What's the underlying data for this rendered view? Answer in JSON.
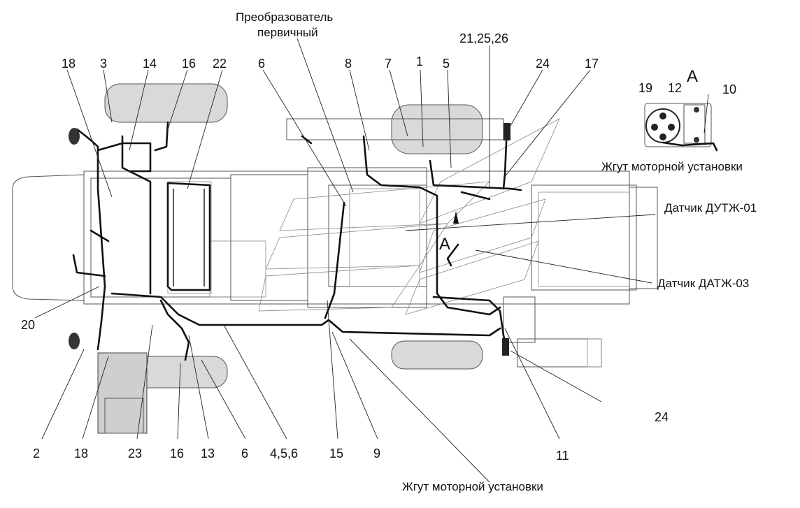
{
  "labels": {
    "primary_converter_line1": "Преобразователь",
    "primary_converter_line2": "первичный",
    "engine_harness_top": "Жгут моторной установки",
    "engine_harness_bottom": "Жгут моторной установки",
    "sensor_dutzh": "Датчик ДУТЖ-01",
    "sensor_datzh": "Датчик ДАТЖ-03",
    "view_a": "А",
    "view_a_marker": "А"
  },
  "callouts_top": [
    "18",
    "3",
    "14",
    "16",
    "22",
    "6",
    "8",
    "7",
    "1",
    "5",
    "21,25,26",
    "24",
    "17"
  ],
  "callouts_bottom": [
    "2",
    "18",
    "23",
    "16",
    "13",
    "6",
    "4,5,6",
    "15",
    "9",
    "11"
  ],
  "callouts_misc": {
    "left_20": "20",
    "right_24": "24",
    "detail_19": "19",
    "detail_12": "12",
    "detail_10": "10"
  }
}
